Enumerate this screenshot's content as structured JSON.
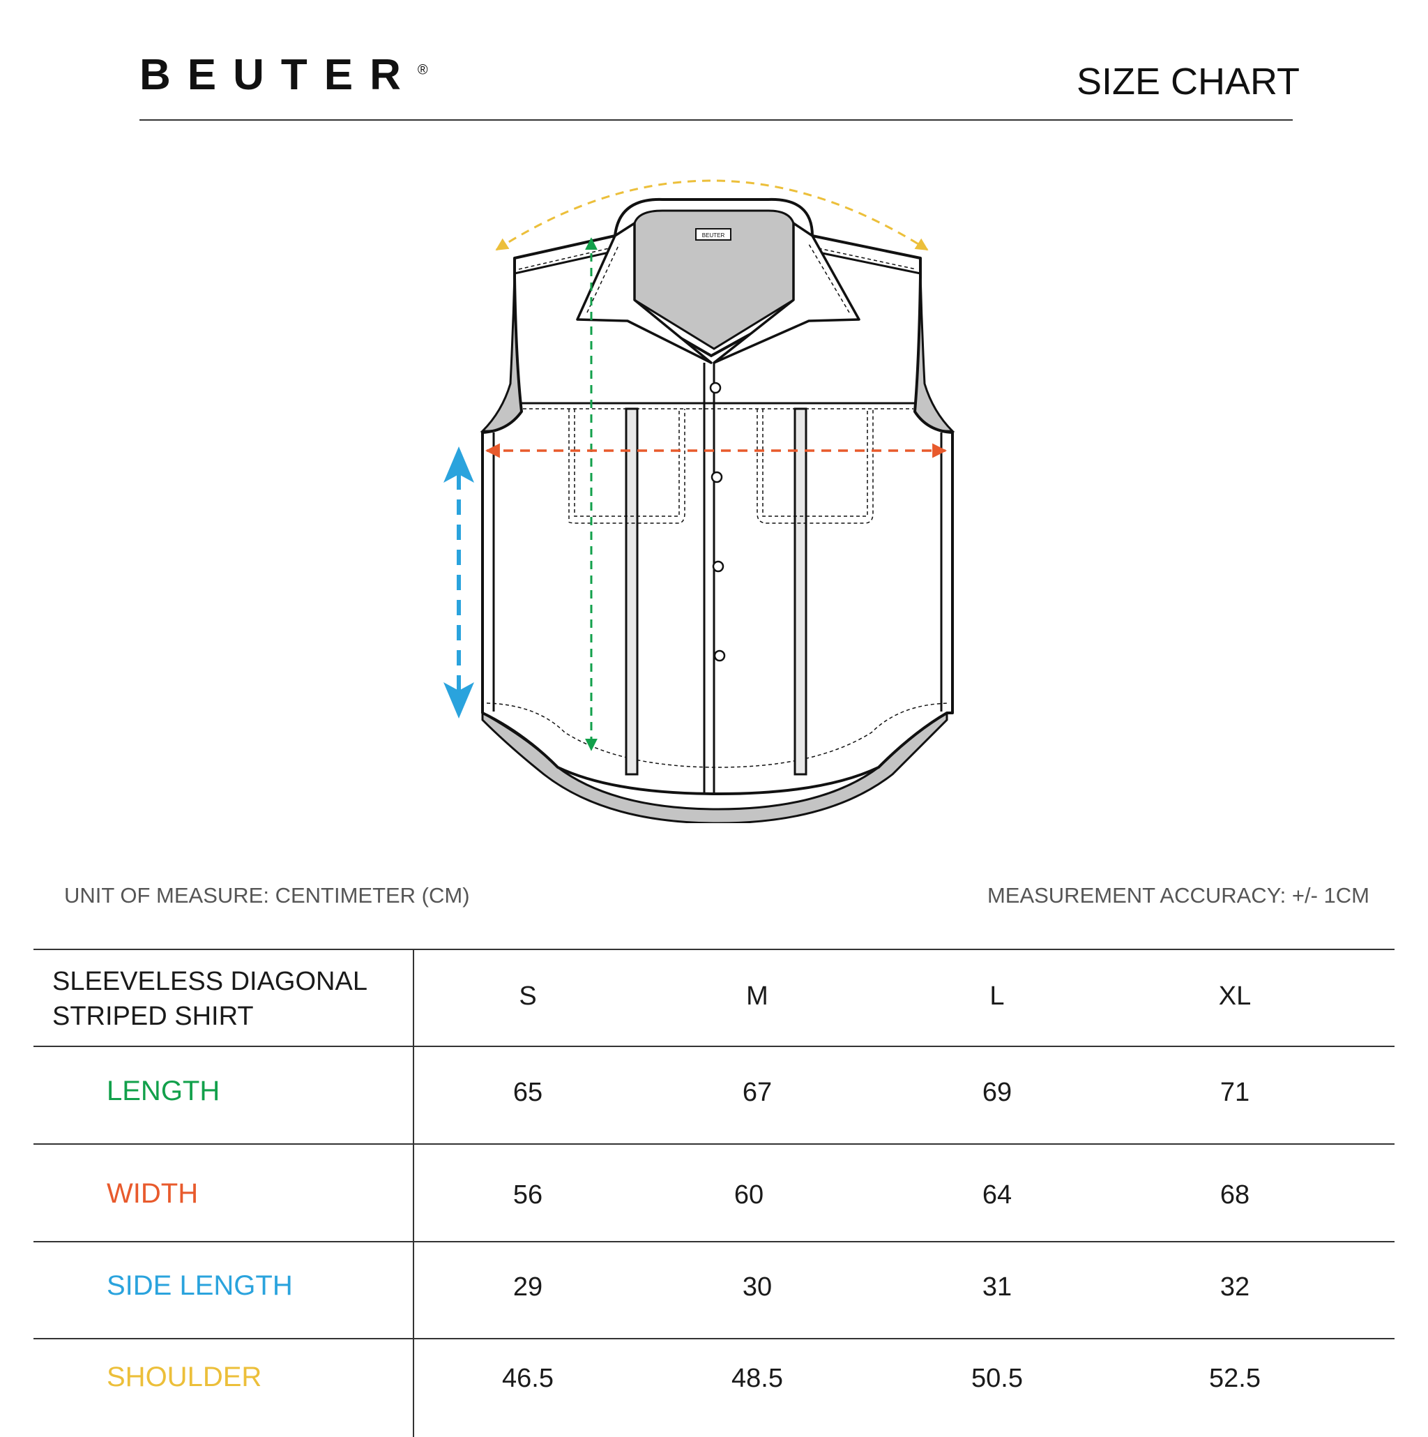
{
  "brand": {
    "name": "BEUTER",
    "mark": "®"
  },
  "title": "SIZE CHART",
  "notes": {
    "unit": "UNIT OF MEASURE: CENTIMETER (CM)",
    "accuracy": "MEASUREMENT ACCURACY: +/- 1CM"
  },
  "colors": {
    "length": "#12a04b",
    "width": "#e85a2c",
    "side_length": "#2aa3dd",
    "shoulder": "#ecbf3a",
    "text": "#1a1a1a",
    "rule": "#333333"
  },
  "table": {
    "product_name_line1": "SLEEVELESS DIAGONAL",
    "product_name_line2": "STRIPED SHIRT",
    "sizes": [
      "S",
      "M",
      "L",
      "XL"
    ],
    "rows": [
      {
        "label": "LENGTH",
        "color": "#12a04b",
        "values": [
          "65",
          "67",
          "69",
          "71"
        ]
      },
      {
        "label": "WIDTH",
        "color": "#e85a2c",
        "values": [
          "56",
          "60",
          "64",
          "68"
        ]
      },
      {
        "label": "SIDE LENGTH",
        "color": "#2aa3dd",
        "values": [
          "29",
          "30",
          "31",
          "32"
        ]
      },
      {
        "label": "SHOULDER",
        "color": "#ecbf3a",
        "values": [
          "46.5",
          "48.5",
          "50.5",
          "52.5"
        ]
      }
    ]
  },
  "garment_label_text": "BEUTER"
}
